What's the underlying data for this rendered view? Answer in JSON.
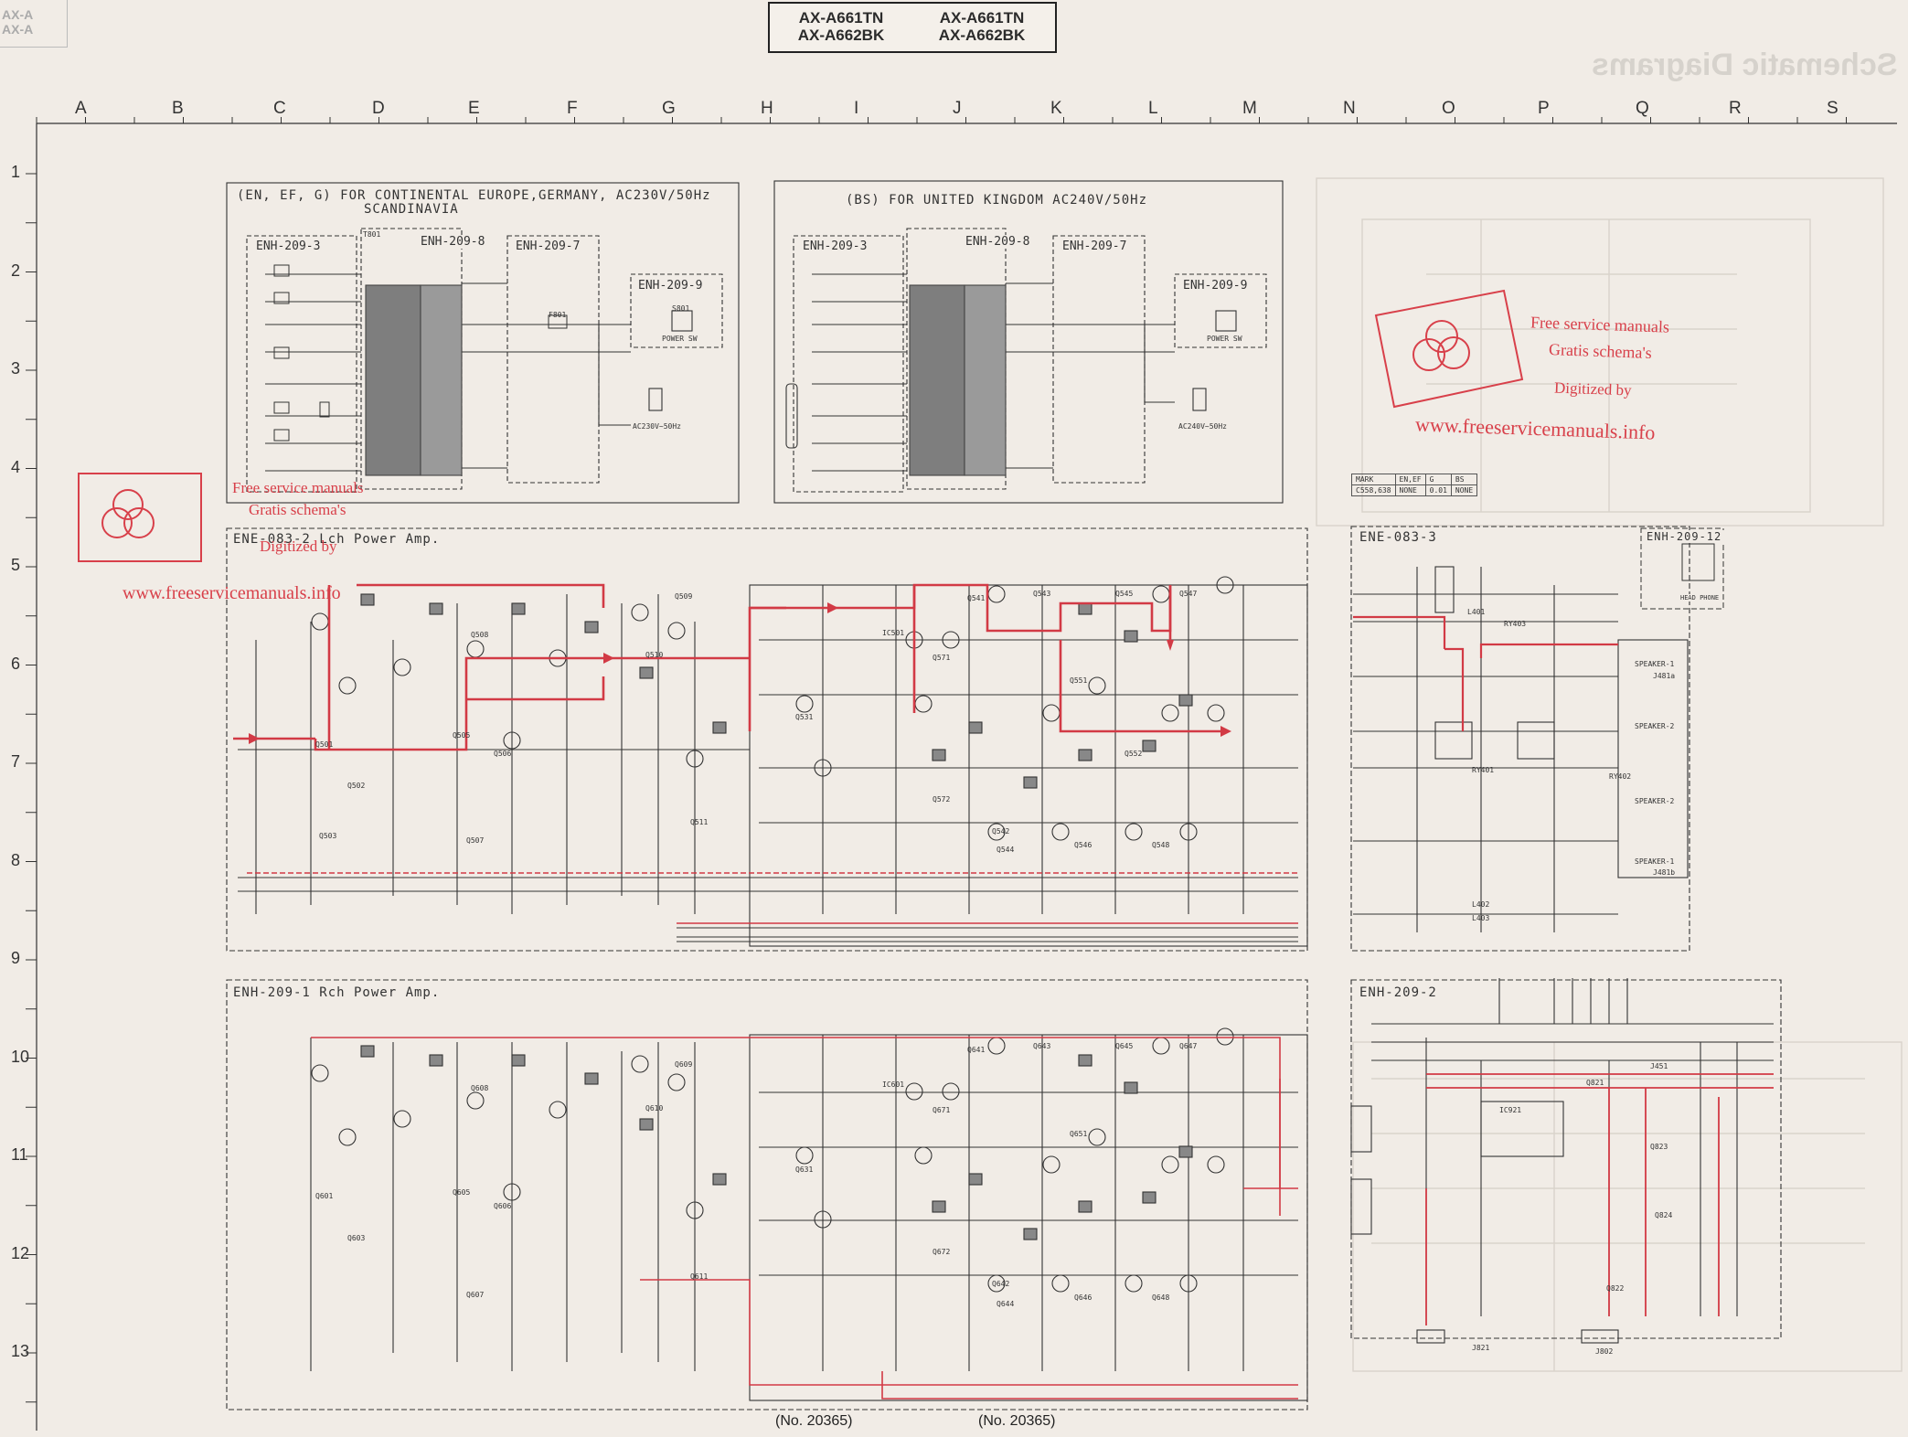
{
  "corner_tag": [
    "AX-A",
    "AX-A"
  ],
  "models": {
    "left": [
      "AX-A661TN",
      "AX-A662BK"
    ],
    "right": [
      "AX-A661TN",
      "AX-A662BK"
    ]
  },
  "page_heading": "Schematic Diagrams",
  "column_letters": [
    "A",
    "B",
    "C",
    "D",
    "E",
    "F",
    "G",
    "H",
    "I",
    "J",
    "K",
    "L",
    "M",
    "N",
    "O",
    "P",
    "Q",
    "R",
    "S"
  ],
  "row_numbers": [
    "1",
    "2",
    "3",
    "4",
    "5",
    "6",
    "7",
    "8",
    "9",
    "10",
    "11",
    "12",
    "13"
  ],
  "sections": {
    "continental": {
      "title": "(EN, EF, G) FOR CONTINENTAL EUROPE,GERMANY, AC230V/50Hz",
      "title2": "SCANDINAVIA",
      "boards": [
        "ENH-209-3",
        "ENH-209-8",
        "ENH-209-7",
        "ENH-209-9"
      ],
      "switch_label": "POWER SW",
      "ac_label": "AC230V~50Hz"
    },
    "uk": {
      "title": "(BS) FOR UNITED KINGDOM   AC240V/50Hz",
      "boards": [
        "ENH-209-3",
        "ENH-209-8",
        "ENH-209-7",
        "ENH-209-9"
      ],
      "switch_label": "POWER SW",
      "ac_label": "AC240V~50Hz"
    },
    "lch_amp": {
      "title": "ENE-083-2  Lch Power Amp."
    },
    "rch_amp": {
      "title": "ENH-209-1  Rch Power Amp."
    },
    "ene0833": {
      "title": "ENE-083-3"
    },
    "enh20912": {
      "title": "ENH-209-12",
      "jack_label": "HEAD PHONE"
    },
    "enh2092": {
      "title": "ENH-209-2"
    }
  },
  "speaker_labels": [
    "SPEAKER-1",
    "SPEAKER-2",
    "SPEAKER-2",
    "SPEAKER-1"
  ],
  "mark_table": {
    "header": [
      "MARK",
      "EN,EF",
      "G",
      "BS"
    ],
    "row": [
      "C558,638",
      "NONE",
      "0.01",
      "NONE"
    ]
  },
  "watermark": {
    "line1": "Free service manuals",
    "line2": "Gratis schema's",
    "line3": "Digitized by",
    "url": "www.freeservicemanuals.info"
  },
  "footer": [
    "(No. 20365)",
    "(No. 20365)"
  ],
  "part_labels": [
    "Q508",
    "Q510",
    "Q509",
    "Q501",
    "Q502",
    "Q503",
    "Q505",
    "Q506",
    "Q507",
    "Q511",
    "Q531",
    "IC501",
    "Q541",
    "Q542",
    "Q543",
    "Q544",
    "Q545",
    "Q546",
    "Q547",
    "Q548",
    "Q551",
    "Q552",
    "Q571",
    "Q572",
    "Q608",
    "Q610",
    "Q609",
    "Q601",
    "Q603",
    "Q605",
    "Q606",
    "Q607",
    "Q611",
    "Q631",
    "IC601",
    "Q641",
    "Q642",
    "Q643",
    "Q644",
    "Q645",
    "Q646",
    "Q647",
    "Q648",
    "Q651",
    "Q671",
    "Q672",
    "IC921",
    "Q821",
    "Q822",
    "Q823",
    "Q824",
    "RY401",
    "RY402",
    "RY403",
    "L401",
    "L402",
    "L403",
    "J451",
    "J481a",
    "J481b",
    "J821",
    "J802",
    "T801",
    "F801",
    "S801"
  ],
  "colors": {
    "background": "#f1ece6",
    "ink": "#2b2b2b",
    "signal_path": "#d23a45",
    "watermark": "#d8404a"
  }
}
